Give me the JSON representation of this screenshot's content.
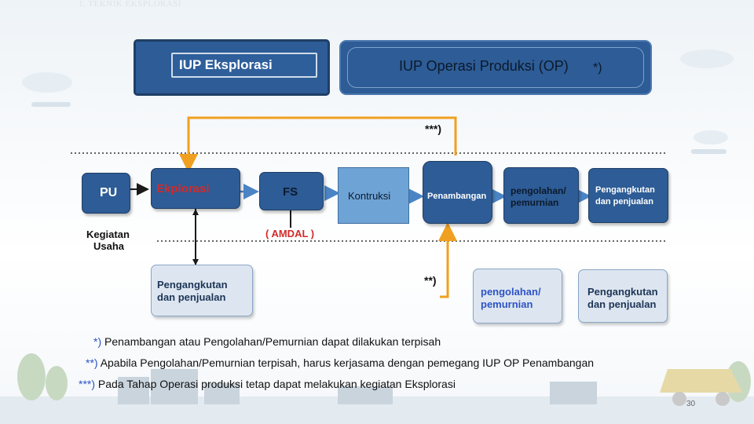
{
  "slide": {
    "heading": "1. TEKNIK EKSPLORASI",
    "page_number": "30"
  },
  "banners": {
    "iup_eksplorasi": "IUP Eksplorasi",
    "iup_op": "IUP Operasi Produksi (OP)",
    "iup_op_mark": "*)"
  },
  "markers": {
    "triple": "***)",
    "double": "**)"
  },
  "flow": {
    "pu": "PU",
    "eksplorasi": "Ekplorasi",
    "fs": "FS",
    "konstruksi": "Kontruksi",
    "penambangan": "Penambangan",
    "pengolahan_1": "pengolahan/",
    "pengolahan_2": "pemurnian",
    "angkut_1": "Pengangkutan",
    "angkut_2": "dan penjualan"
  },
  "side_label": {
    "line1": "Kegiatan",
    "line2": "Usaha"
  },
  "amdal": "( AMDAL )",
  "lower": {
    "angkut_1": "Pengangkutan",
    "angkut_2": "dan  penjualan",
    "pengolahan_1": "pengolahan/",
    "pengolahan_2": "pemurnian",
    "angkut_right_1": "Pengangkutan",
    "angkut_right_2": "dan  penjualan"
  },
  "notes": {
    "n1_mark": "*)",
    "n1_text": "Penambangan  atau  Pengolahan/Pemurnian  dapat dilakukan terpisah",
    "n2_mark": "**)",
    "n2_text": "Apabila  Pengolahan/Pemurnian  terpisah,  harus kerjasama dengan  pemegang  IUP OP Penambangan",
    "n3_mark": "***)",
    "n3_text": "Pada Tahap Operasi produksi tetap dapat melakukan kegiatan Eksplorasi"
  },
  "colors": {
    "dark_box": "#2d5c96",
    "light_box": "#dde6f0",
    "orange_line": "#f0a020",
    "red_text": "#d42a2a"
  }
}
